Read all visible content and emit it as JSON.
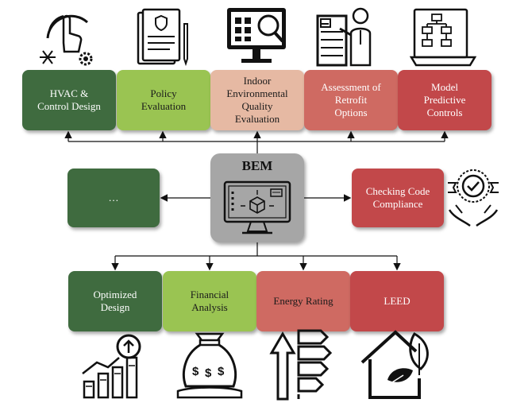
{
  "center": {
    "label": "BEM"
  },
  "top_boxes": [
    {
      "label": "HVAC &\nControl Design",
      "color": "#3f6b3f",
      "text_color": "#ffffff"
    },
    {
      "label": "Policy\nEvaluation",
      "color": "#9ac452",
      "text_color": "#1a1a1a"
    },
    {
      "label": "Indoor\nEnvironmental\nQuality\nEvaluation",
      "color": "#e6b9a3",
      "text_color": "#1a1a1a"
    },
    {
      "label": "Assessment of\nRetrofit\nOptions",
      "color": "#cf6a62",
      "text_color": "#ffffff"
    },
    {
      "label": "Model\nPredictive\nControls",
      "color": "#c2484a",
      "text_color": "#ffffff"
    }
  ],
  "middle_boxes": [
    {
      "label": "…",
      "color": "#3f6b3f",
      "text_color": "#ffffff"
    },
    {
      "label": "Checking Code\nCompliance",
      "color": "#c2484a",
      "text_color": "#ffffff"
    }
  ],
  "bottom_boxes": [
    {
      "label": "Optimized\nDesign",
      "color": "#3f6b3f",
      "text_color": "#ffffff"
    },
    {
      "label": "Financial\nAnalysis",
      "color": "#9ac452",
      "text_color": "#1a1a1a"
    },
    {
      "label": "Energy Rating",
      "color": "#cf6a62",
      "text_color": "#1a1a1a"
    },
    {
      "label": "LEED",
      "color": "#c2484a",
      "text_color": "#ffffff"
    }
  ],
  "icons": {
    "hvac": "hvac-touch-icon",
    "policy": "policy-document-icon",
    "ieq": "monitor-magnifier-icon",
    "retrofit": "presenter-icon",
    "mpc": "flowchart-monitor-icon",
    "bem": "computer-model-icon",
    "compliance": "certificate-hands-icon",
    "optimized": "growth-chart-icon",
    "financial": "money-bag-icon",
    "rating": "energy-rating-icon",
    "leed": "leaf-house-icon"
  }
}
